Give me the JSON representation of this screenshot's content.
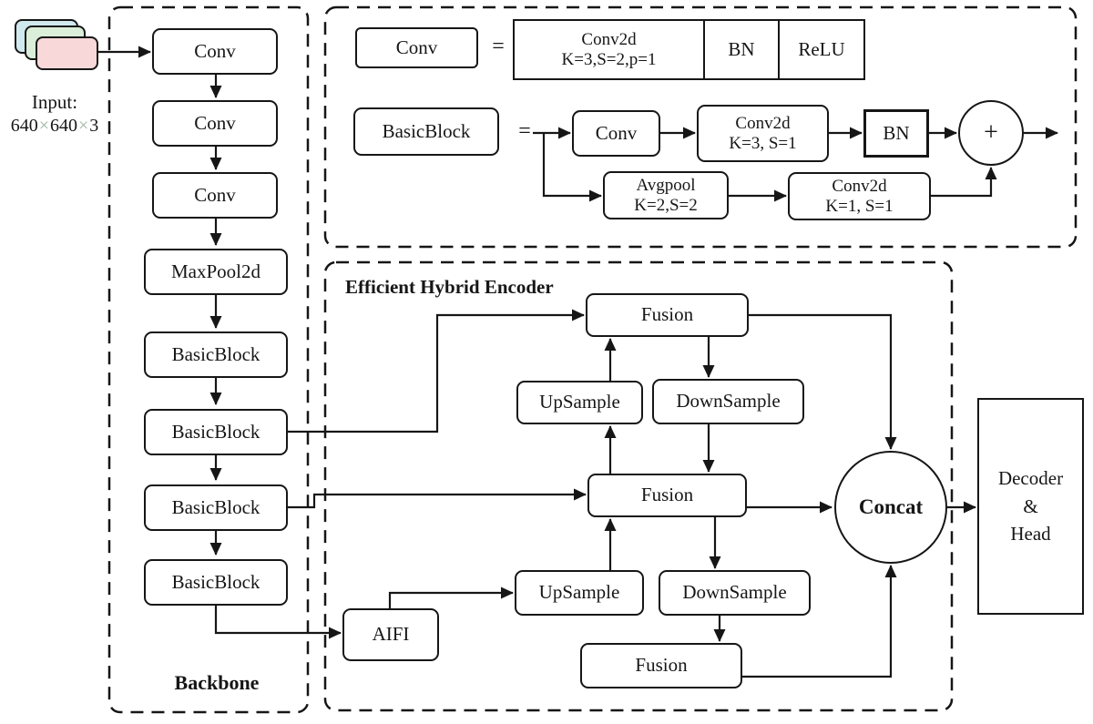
{
  "input": {
    "label": "Input:",
    "dim1": "640",
    "dim2": "640",
    "dim3": "3",
    "times": "×"
  },
  "backbone": {
    "title": "Backbone",
    "blocks": [
      "Conv",
      "Conv",
      "Conv",
      "MaxPool2d",
      "BasicBlock",
      "BasicBlock",
      "BasicBlock",
      "BasicBlock"
    ]
  },
  "legend": {
    "conv": {
      "term": "Conv",
      "equals": "=",
      "conv2d_name": "Conv2d",
      "conv2d_params": "K=3,S=2,p=1",
      "bn": "BN",
      "relu": "ReLU"
    },
    "basicblock": {
      "term": "BasicBlock",
      "equals": "=",
      "conv": "Conv",
      "conv2d_name": "Conv2d",
      "conv2d_params": "K=3, S=1",
      "bn": "BN",
      "plus": "+",
      "avgpool_name": "Avgpool",
      "avgpool_params": "K=2,S=2",
      "conv2d2_name": "Conv2d",
      "conv2d2_params": "K=1, S=1"
    }
  },
  "encoder": {
    "title": "Efficient Hybrid Encoder",
    "fusion_top": "Fusion",
    "fusion_middle": "Fusion",
    "fusion_bottom": "Fusion",
    "upsample_top": "UpSample",
    "upsample_bottom": "UpSample",
    "downsample_top": "DownSample",
    "downsample_bottom": "DownSample",
    "aifi": "AIFI",
    "concat": "Concat"
  },
  "decoder": {
    "line1": "Decoder",
    "line2": "&",
    "line3": "Head"
  },
  "colors": {
    "card_back": "#cfe9ef",
    "card_middle": "#daeeda",
    "card_front": "#f9d8da",
    "line": "#161616"
  }
}
